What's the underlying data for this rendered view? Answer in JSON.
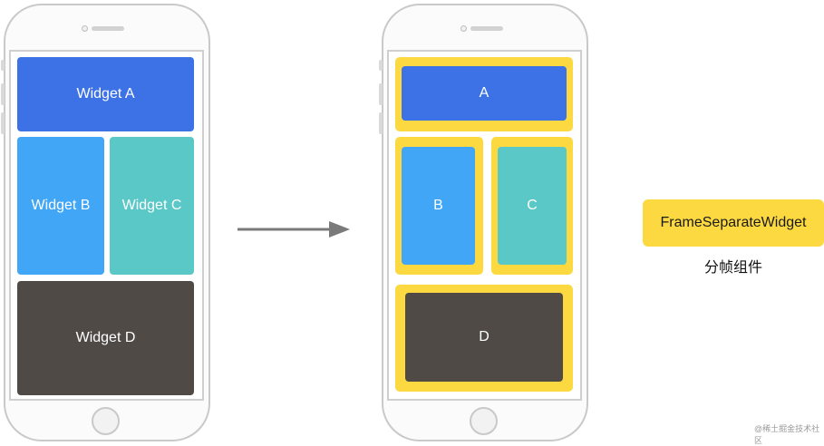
{
  "left_phone": {
    "widget_a": "Widget A",
    "widget_b": "Widget B",
    "widget_c": "Widget C",
    "widget_d": "Widget D"
  },
  "right_phone": {
    "a": "A",
    "b": "B",
    "c": "C",
    "d": "D"
  },
  "legend": {
    "box_label": "FrameSeparateWidget",
    "caption": "分帧组件"
  },
  "watermark": "@稀土掘金技术社区",
  "colors": {
    "widget_a": "#3d72e6",
    "widget_b": "#40a6f5",
    "widget_c": "#5bc8c8",
    "widget_d": "#4f4a46",
    "frame_separate": "#fcd940",
    "arrow": "#7a7a7a"
  }
}
